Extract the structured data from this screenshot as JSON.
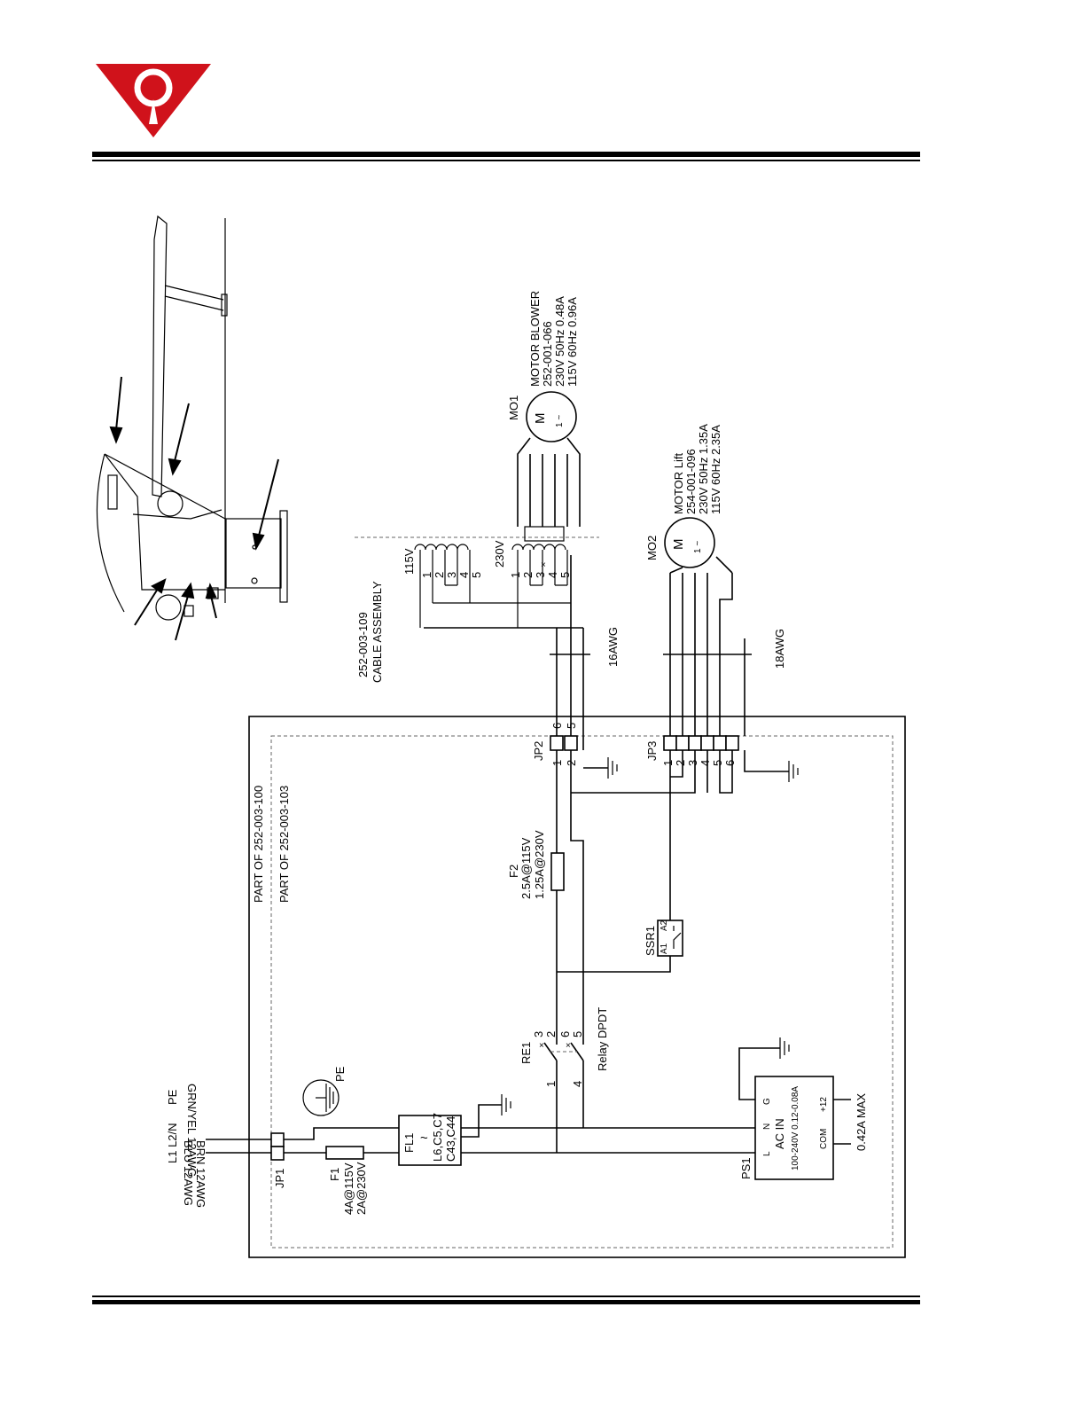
{
  "header": {
    "logo": "logo-red-triangle"
  },
  "enclosure": {
    "outer_label": "PART OF 252-003-100",
    "inner_label": "PART OF 252-003-103"
  },
  "input": {
    "l1_l2n": "L1 L2/N",
    "pe": "PE",
    "wire_pe": "GRN/YEL 12AWG",
    "wire_blu": "BLU 12AWG",
    "wire_brn": "BRN 12AWG",
    "jp1": "JP1",
    "pe_symbol": "PE"
  },
  "f1": {
    "name": "F1",
    "rating1": "4A@115V",
    "rating2": "2A@230V"
  },
  "fl1": {
    "name": "FL1",
    "parts1": "L6,C5,C7",
    "parts2": "C43,C44"
  },
  "ps1": {
    "name": "PS1",
    "l": "L",
    "n": "N",
    "g": "G",
    "ac_in": "AC IN",
    "range": "100-240V 0.12-0.08A",
    "com": "COM",
    "plus12": "+12",
    "max": "0.42A MAX"
  },
  "re1": {
    "name": "RE1",
    "type": "Relay DPDT",
    "pins": [
      "1",
      "3",
      "2",
      "4",
      "6",
      "5"
    ]
  },
  "f2": {
    "name": "F2",
    "rating1": "2.5A@115V",
    "rating2": "1.25A@230V"
  },
  "ssr1": {
    "name": "SSR1",
    "a1": "A1",
    "a2": "A2"
  },
  "jp2": {
    "name": "JP2",
    "pins": [
      "1",
      "2",
      "6",
      "5"
    ]
  },
  "jp3": {
    "name": "JP3",
    "pins": [
      "1",
      "2",
      "3",
      "4",
      "5",
      "6"
    ]
  },
  "cable": {
    "part": "252-003-109",
    "name": "CABLE ASSEMBLY",
    "gauge1": "16AWG",
    "gauge2": "18AWG"
  },
  "blower_taps": {
    "v115": "115V",
    "v230": "230V",
    "nums": [
      "1",
      "2",
      "3",
      "4",
      "5"
    ]
  },
  "mo1": {
    "ref": "MO1",
    "title": "MOTOR BLOWER",
    "part": "252-001-066",
    "spec1": "230V 50Hz 0.48A",
    "spec2": "115V 60Hz 0.96A"
  },
  "mo2": {
    "ref": "MO2",
    "title": "MOTOR Lift",
    "part": "254-001-096",
    "spec1": "230V 50Hz 1.35A",
    "spec2": "115V 60Hz 2.35A"
  },
  "motor_symbol": {
    "m": "M",
    "phase": "1 ~"
  }
}
